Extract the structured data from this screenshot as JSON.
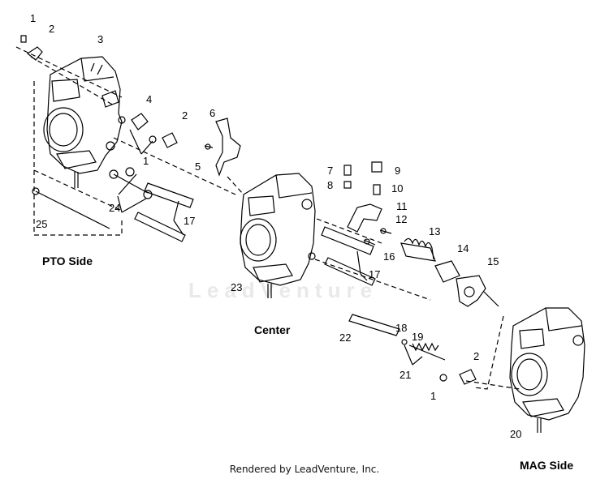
{
  "watermark": "LeadVenture",
  "side_labels": {
    "pto": "PTO Side",
    "center": "Center",
    "mag": "MAG Side"
  },
  "footer": "Rendered by LeadVenture, Inc.",
  "callouts": [
    "1",
    "2",
    "3",
    "2",
    "4",
    "1",
    "5",
    "6",
    "7",
    "8",
    "9",
    "10",
    "11",
    "12",
    "13",
    "14",
    "15",
    "16",
    "17",
    "17",
    "23",
    "24",
    "25",
    "22",
    "18",
    "19",
    "21",
    "2",
    "1",
    "20"
  ]
}
